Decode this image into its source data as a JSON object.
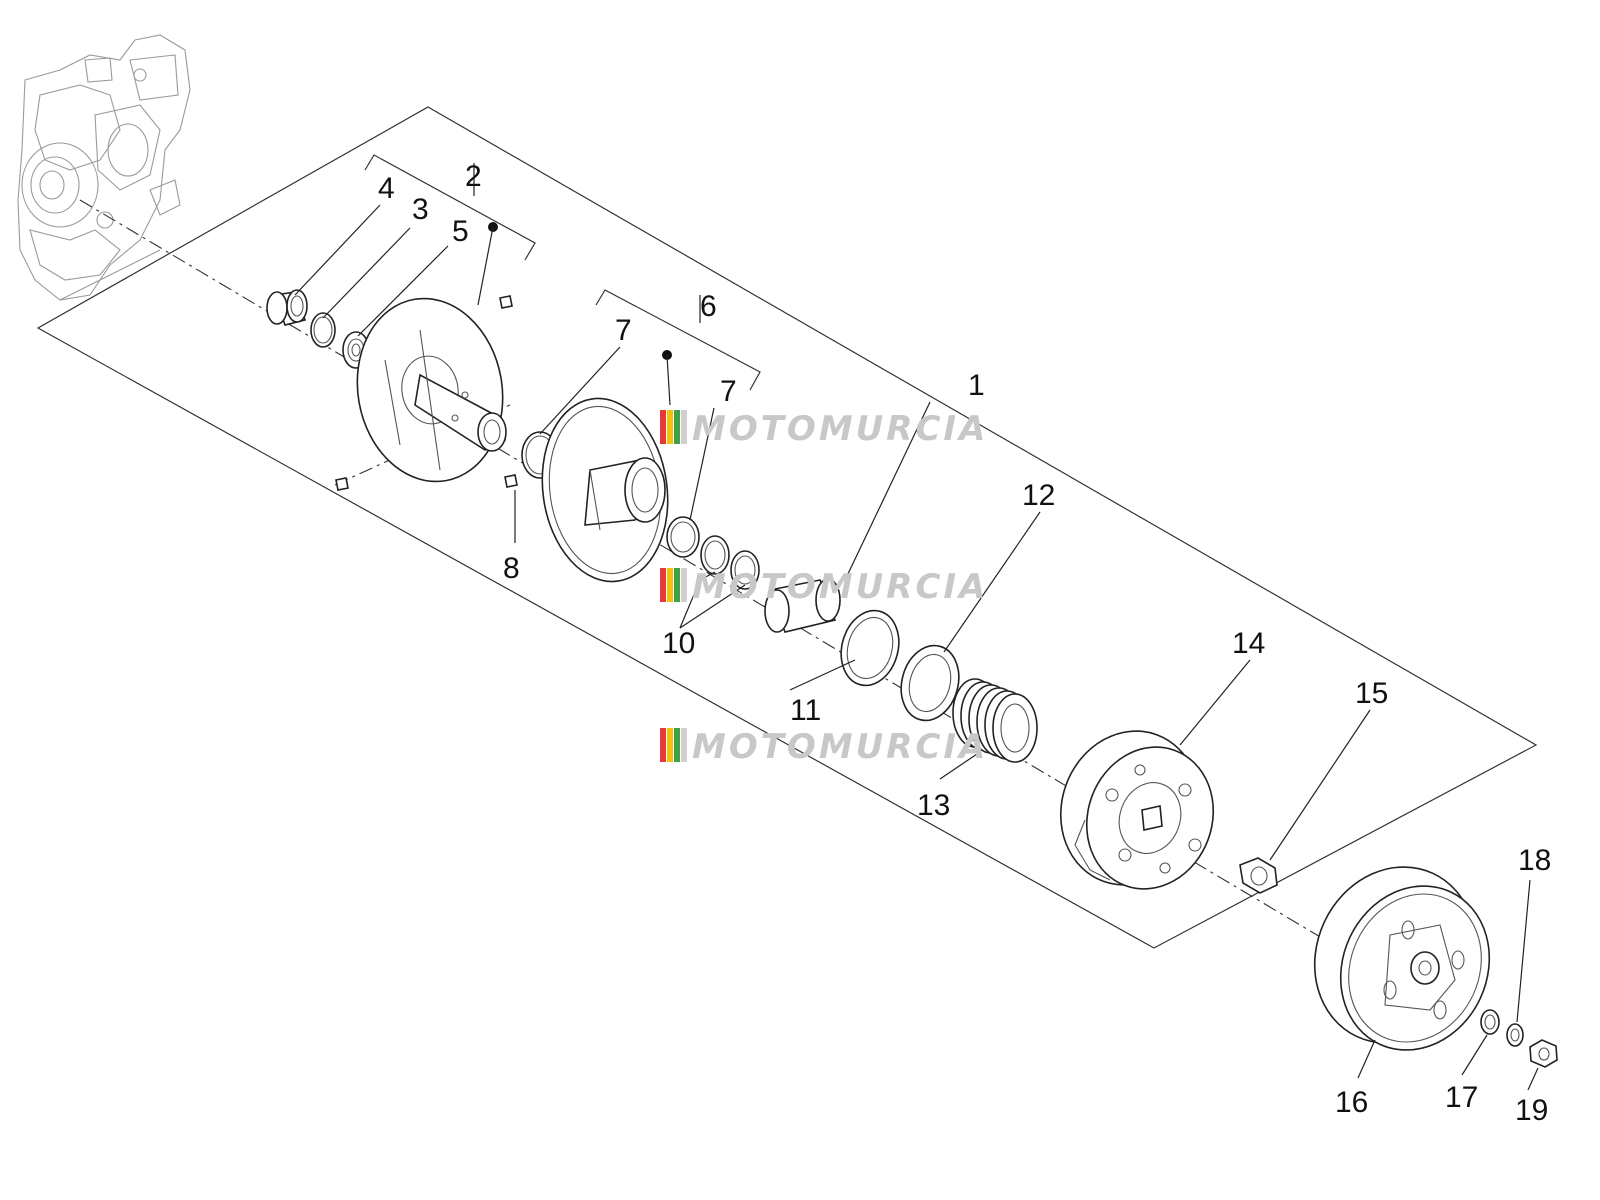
{
  "watermark": {
    "text": "MOTOMURCIA",
    "stripe_colors": [
      "#e53935",
      "#f4c20d",
      "#43a047",
      "#cfcfcf"
    ]
  },
  "callouts": {
    "c1": "1",
    "c2": "2",
    "c3": "3",
    "c4": "4",
    "c5": "5",
    "c6": "6",
    "c7a": "7",
    "c7b": "7",
    "c8": "8",
    "c10": "10",
    "c11": "11",
    "c12": "12",
    "c13": "13",
    "c14": "14",
    "c15": "15",
    "c16": "16",
    "c17": "17",
    "c18": "18",
    "c19": "19"
  }
}
